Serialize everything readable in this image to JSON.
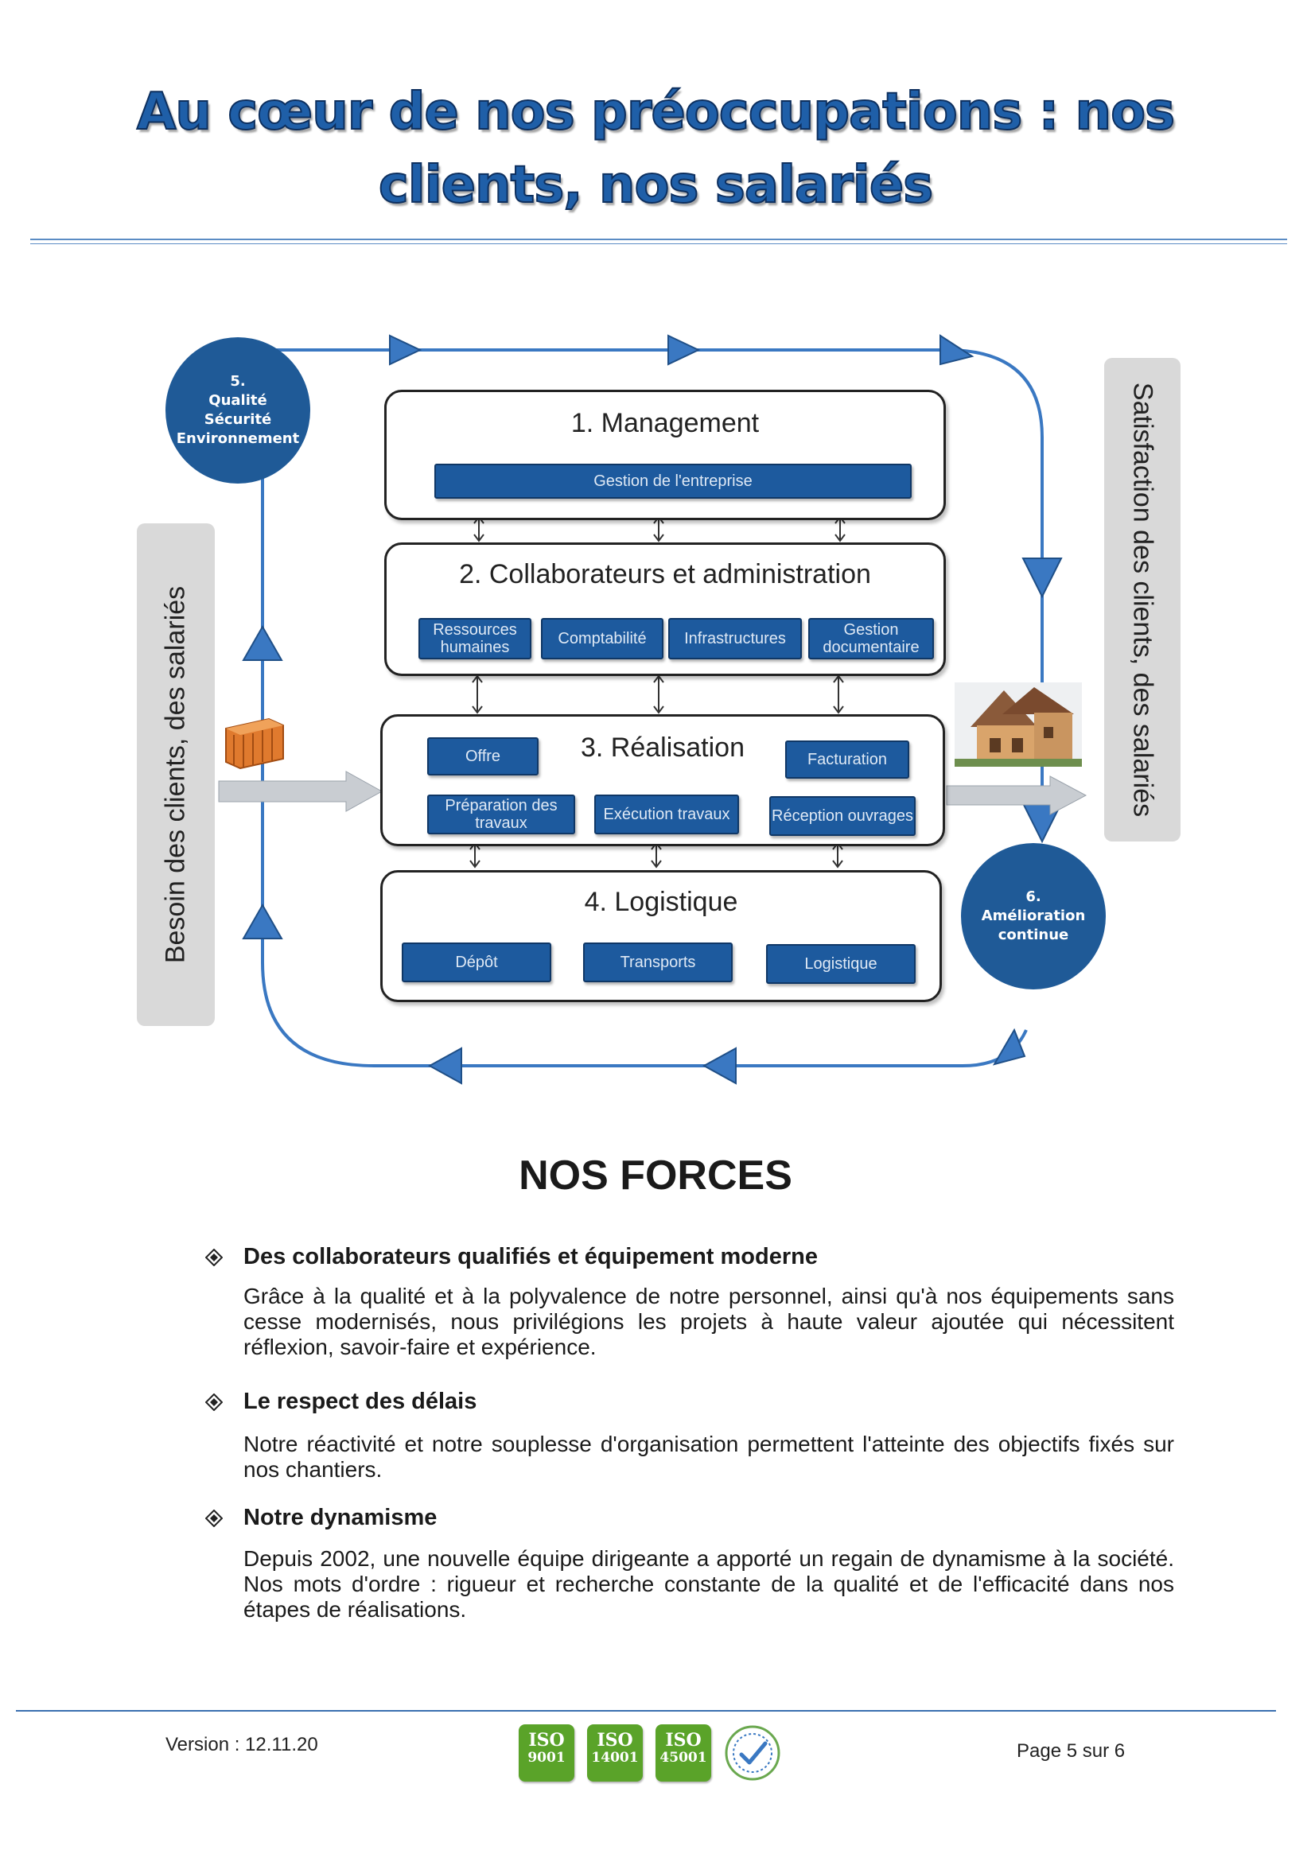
{
  "header": {
    "title_line1": "Au cœur de nos préoccupations : nos",
    "title_line2": "clients, nos salariés"
  },
  "diagram": {
    "left_label": "Besoin des clients, des salariés",
    "right_label": "Satisfaction des clients, des salariés",
    "circle5": {
      "num": "5.",
      "l1": "Qualité",
      "l2": "Sécurité",
      "l3": "Environnement"
    },
    "circle6": {
      "num": "6.",
      "l1": "Amélioration",
      "l2": "continue"
    },
    "management": {
      "title": "1. Management",
      "items": [
        "Gestion de l'entreprise"
      ]
    },
    "collaborateurs": {
      "title": "2. Collaborateurs et administration",
      "items": [
        "Ressources humaines",
        "Comptabilité",
        "Infrastructures",
        "Gestion documentaire"
      ]
    },
    "realisation": {
      "title": "3. Réalisation",
      "items": [
        "Offre",
        "Facturation",
        "Préparation des travaux",
        "Exécution travaux",
        "Réception ouvrages"
      ]
    },
    "logistique": {
      "title": "4. Logistique",
      "items": [
        "Dépôt",
        "Transports",
        "Logistique"
      ]
    },
    "colors": {
      "blue": "#1d5a9e",
      "arrow": "#3a78c2",
      "grey_bar": "#d9d9d9"
    }
  },
  "forces": {
    "title": "NOS FORCES",
    "items": [
      {
        "heading": "Des collaborateurs qualifiés et équipement moderne",
        "body": "Grâce à la qualité et à la polyvalence de notre personnel, ainsi qu'à nos équipements sans cesse modernisés, nous privilégions les projets à haute valeur ajoutée qui nécessitent réflexion, savoir-faire et expérience."
      },
      {
        "heading": "Le respect des délais",
        "body": "Notre réactivité et notre souplesse d'organisation permettent l'atteinte des objectifs fixés sur nos chantiers."
      },
      {
        "heading": "Notre dynamisme",
        "body": "Depuis 2002, une nouvelle équipe dirigeante a apporté un regain de dynamisme à la société. Nos mots d'ordre : rigueur et recherche constante de la qualité et de l'efficacité dans nos étapes de réalisations."
      }
    ]
  },
  "footer": {
    "version": "Version : 12.11.20",
    "page": "Page 5 sur 6",
    "certs": [
      {
        "t": "ISO",
        "n": "9001"
      },
      {
        "t": "ISO",
        "n": "14001"
      },
      {
        "t": "ISO",
        "n": "45001"
      }
    ]
  }
}
